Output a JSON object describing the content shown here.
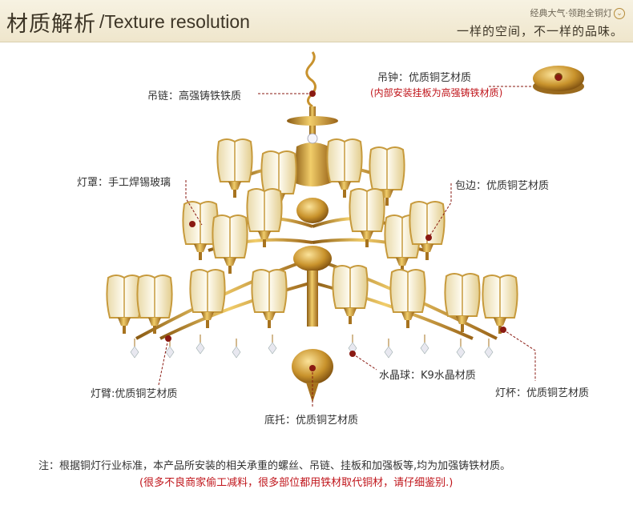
{
  "header": {
    "title_cn": "材质解析",
    "title_en": "/Texture resolution",
    "slogan_small": "经典大气·领跑全铜灯",
    "slogan_big": "一样的空间，不一样的品味。"
  },
  "icons": {
    "chevron": "chevron-down-icon"
  },
  "colors": {
    "brass": "#c99a34",
    "accent_red": "#c0151b",
    "dot": "#8a1a12"
  },
  "callouts": {
    "chain": "吊链：高强铸铁铁质",
    "canopy": "吊钟：优质铜艺材质",
    "canopy_note": "(内部安装挂板为高强铸铁材质)",
    "shade": "灯罩：手工焊锡玻璃",
    "trim": "包边：优质铜艺材质",
    "arm": "灯臂:优质铜艺材质",
    "crystal": "水晶球：K9水晶材质",
    "cup": "灯杯：优质铜艺材质",
    "base": "底托：优质铜艺材质"
  },
  "footer": {
    "note": "注：根据铜灯行业标准，本产品所安装的相关承重的螺丝、吊链、挂板和加强板等,均为加强铸铁材质。",
    "warning": "(很多不良商家偷工减料，很多部位都用铁材取代铜材，请仔细鉴别.)"
  }
}
